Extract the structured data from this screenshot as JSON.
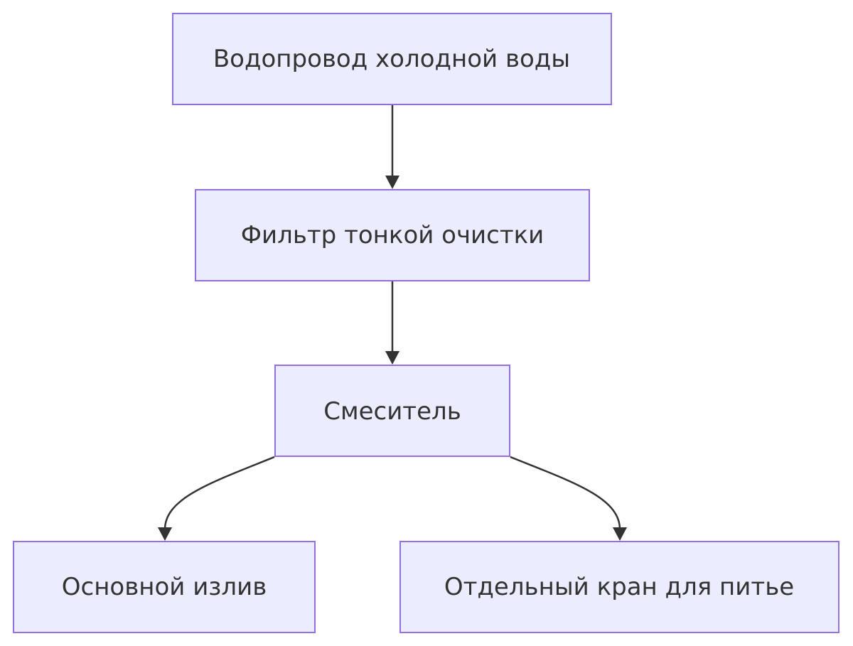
{
  "colors": {
    "node_fill": "#ececff",
    "node_border": "#9370db",
    "text": "#333333",
    "edge": "#333333"
  },
  "nodes": [
    {
      "id": "cold-water-supply",
      "label": "Водопровод холодной воды"
    },
    {
      "id": "fine-filter",
      "label": "Фильтр тонкой очистки"
    },
    {
      "id": "mixer",
      "label": "Смеситель"
    },
    {
      "id": "main-spout",
      "label": "Основной излив"
    },
    {
      "id": "drinking-tap",
      "label": "Отдельный кран для питье"
    }
  ],
  "edges": [
    {
      "from": "cold-water-supply",
      "to": "fine-filter"
    },
    {
      "from": "fine-filter",
      "to": "mixer"
    },
    {
      "from": "mixer",
      "to": "main-spout"
    },
    {
      "from": "mixer",
      "to": "drinking-tap"
    }
  ]
}
